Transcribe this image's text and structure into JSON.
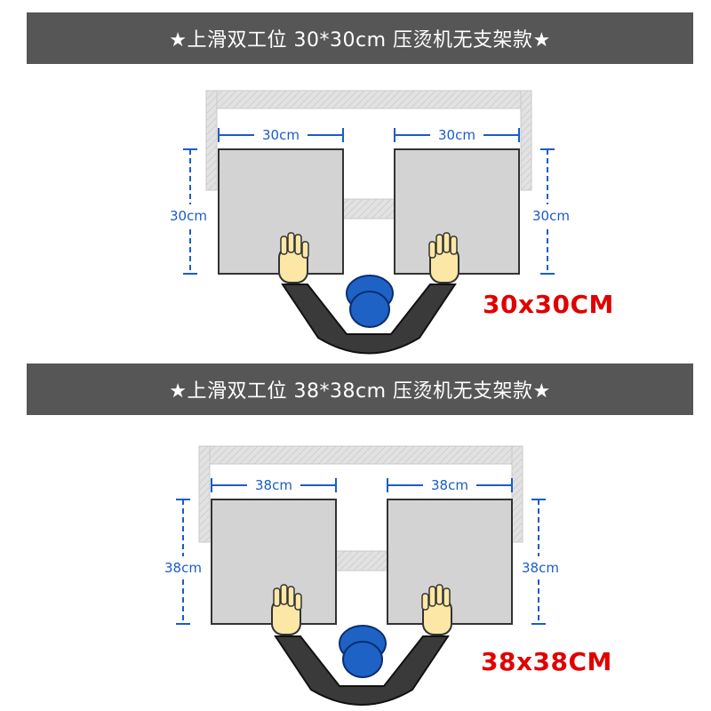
{
  "colors": {
    "banner": "#565656",
    "banner_text": "#ffffff",
    "dimension": "#1a5cc8",
    "size_label": "#e00000",
    "platen_fill": "#d3d3d3",
    "platen_stroke": "#333333",
    "rail": "#e2e2e2",
    "sleeve": "#3a3a3a",
    "hand": "#fce7a6",
    "head": "#1e62c6"
  },
  "icons": [
    "star-icon",
    "operator-figure-icon",
    "hand-icon"
  ],
  "sections": [
    {
      "title": "★上滑双工位 30*30cm 压烫机无支架款★",
      "left_width_label": "30cm",
      "right_width_label": "30cm",
      "left_height_label": "30cm",
      "right_height_label": "30cm",
      "size_label": "30x30CM"
    },
    {
      "title": "★上滑双工位 38*38cm 压烫机无支架款★",
      "left_width_label": "38cm",
      "right_width_label": "38cm",
      "left_height_label": "38cm",
      "right_height_label": "38cm",
      "size_label": "38x38CM"
    }
  ]
}
